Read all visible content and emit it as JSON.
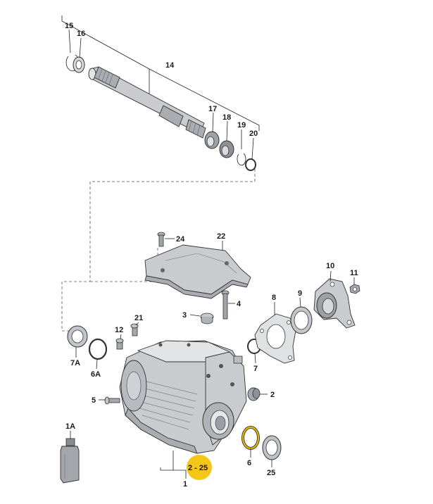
{
  "callouts": {
    "c15": "15",
    "c16": "16",
    "c14": "14",
    "c17": "17",
    "c18": "18",
    "c19": "19",
    "c20": "20",
    "c24": "24",
    "c22": "22",
    "c4": "4",
    "c3": "3",
    "c21": "21",
    "c12": "12",
    "c7A": "7A",
    "c6A": "6A",
    "c10": "10",
    "c11": "11",
    "c8": "8",
    "c9": "9",
    "c7": "7",
    "c2": "2",
    "c5": "5",
    "c1A": "1A",
    "c6": "6",
    "c25": "25",
    "c2_25": "2 - 25",
    "c1": "1"
  },
  "colors": {
    "highlight": "#f5c518",
    "seal_highlight": "#e8b800"
  }
}
